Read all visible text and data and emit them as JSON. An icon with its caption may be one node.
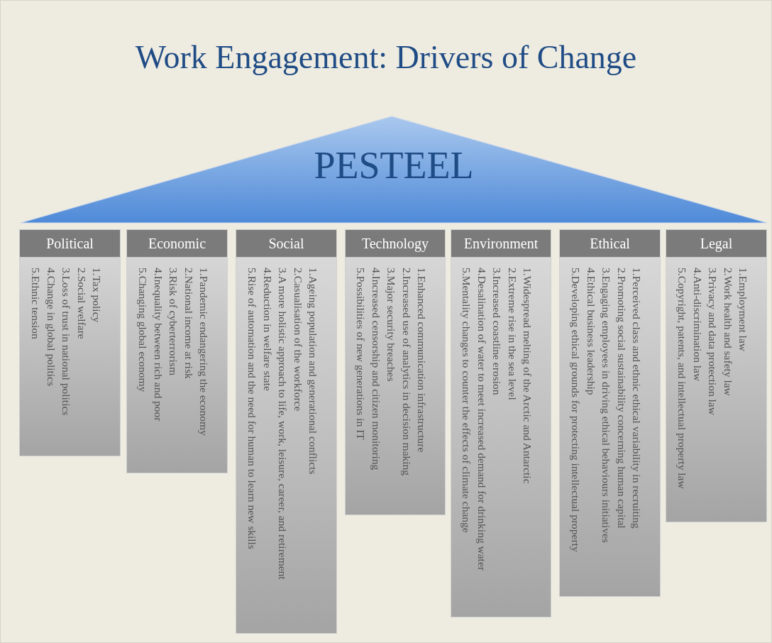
{
  "diagram": {
    "title": "Work Engagement: Drivers of Change",
    "nodes": [
      {
        "text": [
          "PESTEEL"
        ]
      },
      {
        "text": [
          "Political",
          "1.Tax policy",
          "2.Social welfare",
          "3.Loss of trust in national politics",
          "4.Change in global politics",
          "5.Ethnic tension"
        ]
      },
      {
        "text": [
          "Economic",
          "1.Pandemic endangering the economy",
          "2.National income at risk",
          "3.Risk of cyberterrorism",
          "4.Inequality between rich and poor",
          "5.Changing global economy"
        ]
      },
      {
        "text": [
          "Social",
          "1.Ageing population and generational conflicts",
          "2.Casualisation of the workforce",
          "3.A more holistic approach to life, work, leisure, career, and retirement",
          "4.Reduction in welfare state",
          "5.Rise of automation and the need for human to learn new skills"
        ]
      },
      {
        "text": [
          "Technology",
          "1.Enhanced communication infrastructure",
          "2.Increased use of analytics in decision making",
          "3.Major security breaches",
          "4.Increased censorship and citizen monitoring",
          "5.Possibilities of new generations in IT"
        ]
      },
      {
        "text": [
          "Environment",
          "1.Widespread melting of the Arctic and Antarctic",
          "2.Extreme rise in the sea level",
          "3.Increased coastline erosion",
          "4.Desalination of water to meet increased demand for drinking water",
          "5.Mentality changes to counter the effects of climate change"
        ]
      },
      {
        "text": [
          "Ethical",
          "1.Perceived class and ethnic ethical variability in recruiting",
          "2.Promoting social sustainability concerning human capital",
          "3.Engaging employees in driving ethical behaviours initiatives",
          "4.Ethical business leadership",
          "5.Developing ethical grounds for protecting intellectual property"
        ]
      },
      {
        "text": [
          "Legal",
          "1.Employment law",
          "2.Work health and safety law",
          "3.Privacy and data protection law",
          "4.Anti-discrimination law",
          "5.Copyright, patents, and intellectual property law"
        ]
      }
    ]
  }
}
